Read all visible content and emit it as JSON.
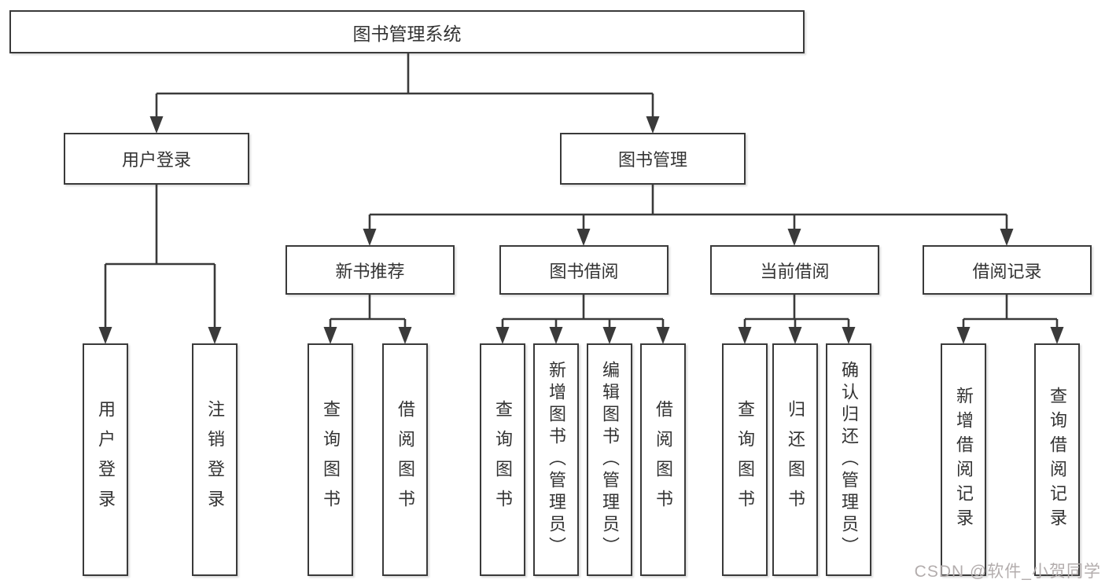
{
  "colors": {
    "line": "#3a3a3a",
    "text": "#333333",
    "box_background": "#ffffff",
    "watermark_color": "#b3adad"
  },
  "watermark": {
    "text": "CSDN @软件_小贺同学"
  },
  "tree": {
    "label": "图书管理系统",
    "children": [
      {
        "label": "用户登录",
        "children": [
          {
            "label": "用户登录"
          },
          {
            "label": "注销登录"
          }
        ]
      },
      {
        "label": "图书管理",
        "children": [
          {
            "label": "新书推荐",
            "children": [
              {
                "label": "查询图书"
              },
              {
                "label": "借阅图书"
              }
            ]
          },
          {
            "label": "图书借阅",
            "children": [
              {
                "label": "查询图书"
              },
              {
                "label": "新增图书（管理员）"
              },
              {
                "label": "编辑图书（管理员）"
              },
              {
                "label": "借阅图书"
              }
            ]
          },
          {
            "label": "当前借阅",
            "children": [
              {
                "label": "查询图书"
              },
              {
                "label": "归还图书"
              },
              {
                "label": "确认归还（管理员）"
              }
            ]
          },
          {
            "label": "借阅记录",
            "children": [
              {
                "label": "新增借阅记录"
              },
              {
                "label": "查询借阅记录"
              }
            ]
          }
        ]
      }
    ]
  }
}
